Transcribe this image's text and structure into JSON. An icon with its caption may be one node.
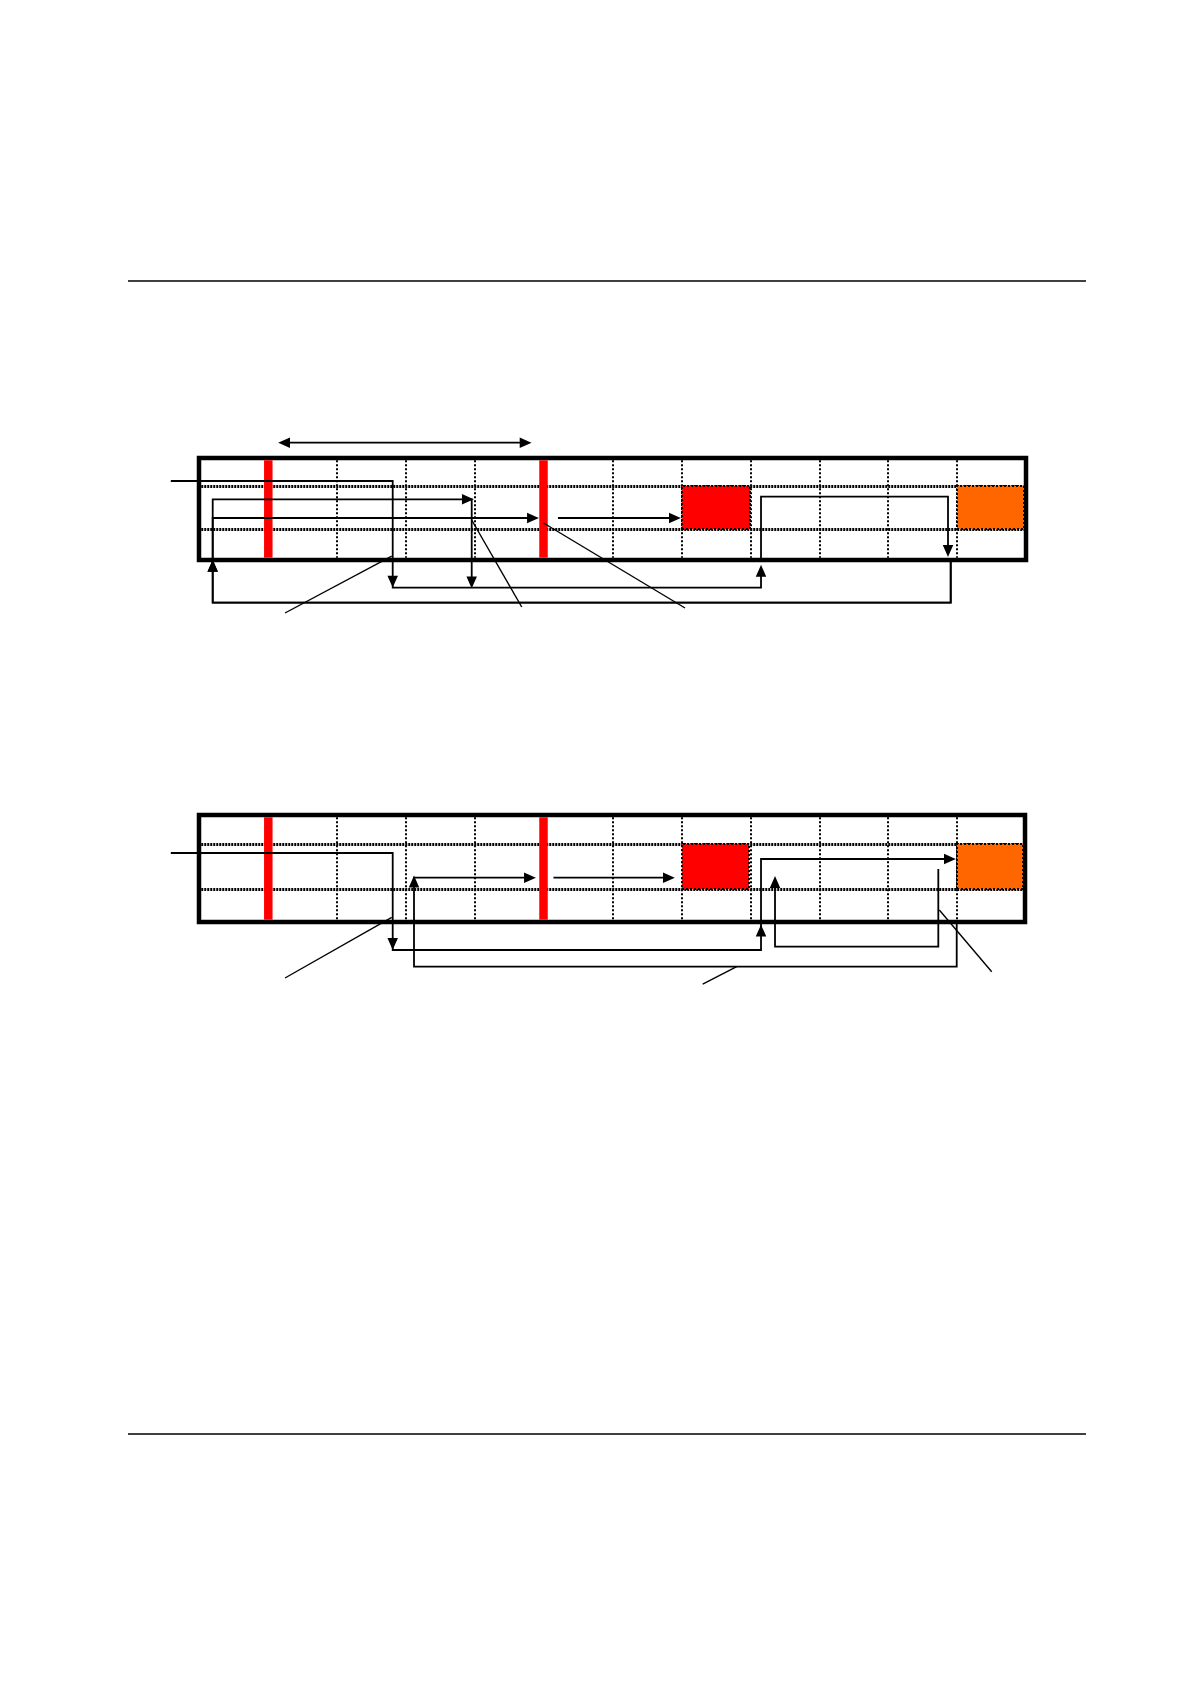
{
  "diagram": {
    "nodes": [
      {
        "text": [],
        "shape": "box"
      },
      {
        "text": [],
        "shape": "bar",
        "in": 0
      },
      {
        "text": [],
        "shape": "bar",
        "in": 0
      },
      {
        "text": [],
        "shape": "box",
        "in": 0
      },
      {
        "text": [],
        "shape": "box",
        "in": 0
      },
      {
        "text": [],
        "shape": "box"
      },
      {
        "text": [],
        "shape": "bar",
        "in": 5
      },
      {
        "text": [],
        "shape": "bar",
        "in": 5
      },
      {
        "text": [],
        "shape": "box",
        "in": 5
      },
      {
        "text": [],
        "shape": "box",
        "in": 5
      }
    ],
    "edges": [
      {
        "from": null,
        "to": 0,
        "arrow": "to"
      },
      {
        "from": 0,
        "to": 2,
        "arrow": "to"
      },
      {
        "from": 0,
        "to": null,
        "arrow": "to"
      },
      {
        "from": 2,
        "to": 3,
        "arrow": "to"
      },
      {
        "from": null,
        "to": 0,
        "arrow": "none"
      },
      {
        "from": null,
        "to": 2,
        "arrow": "none"
      },
      {
        "from": null,
        "to": 9,
        "arrow": "to"
      },
      {
        "from": 5,
        "to": 7,
        "arrow": "to"
      },
      {
        "from": 7,
        "to": 8,
        "arrow": "to"
      },
      {
        "from": null,
        "to": 5,
        "arrow": "none"
      },
      {
        "from": null,
        "to": 5,
        "arrow": "none"
      }
    ]
  }
}
